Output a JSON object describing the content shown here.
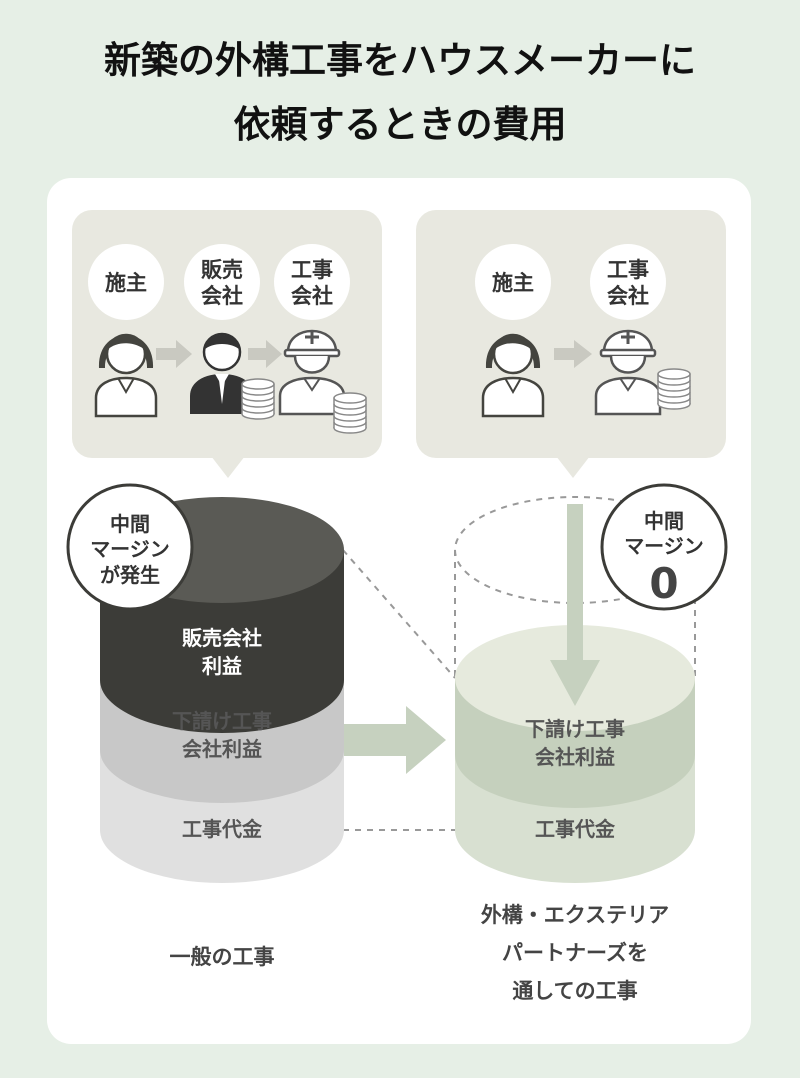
{
  "title": {
    "line1": "新築の外構工事をハウスメーカーに",
    "line2": "依頼するときの費用"
  },
  "left_flow": {
    "roles": [
      {
        "line1": "施主",
        "line2": ""
      },
      {
        "line1": "販売",
        "line2": "会社"
      },
      {
        "line1": "工事",
        "line2": "会社"
      }
    ]
  },
  "right_flow": {
    "roles": [
      {
        "line1": "施主",
        "line2": ""
      },
      {
        "line1": "工事",
        "line2": "会社"
      }
    ]
  },
  "left_cylinder": {
    "badge": {
      "line1": "中間",
      "line2": "マージン",
      "line3": "が発生"
    },
    "layer_top": {
      "line1": "販売会社",
      "line2": "利益"
    },
    "layer_mid": {
      "line1": "下請け工事",
      "line2": "会社利益"
    },
    "layer_bottom": "工事代金",
    "caption": "一般の工事"
  },
  "right_cylinder": {
    "badge": {
      "line1": "中間",
      "line2": "マージン",
      "value": "0"
    },
    "layer_mid": {
      "line1": "下請け工事",
      "line2": "会社利益"
    },
    "layer_bottom": "工事代金",
    "caption": {
      "line1": "外構・エクステリア",
      "line2": "パートナーズを",
      "line3": "通しての工事"
    }
  },
  "colors": {
    "background": "#e6efe6",
    "panel": "#ffffff",
    "bubble": "#e8e8e0",
    "icon_gray": "#c9c9c1",
    "dark_layer": "#3c3c38",
    "mid_layer": "#c8c8c8",
    "light_layer": "#e0e0e0",
    "green_layer": "#c5d0bd",
    "green_light": "#d8e0d1",
    "arrow_green": "#c6d1bf"
  }
}
